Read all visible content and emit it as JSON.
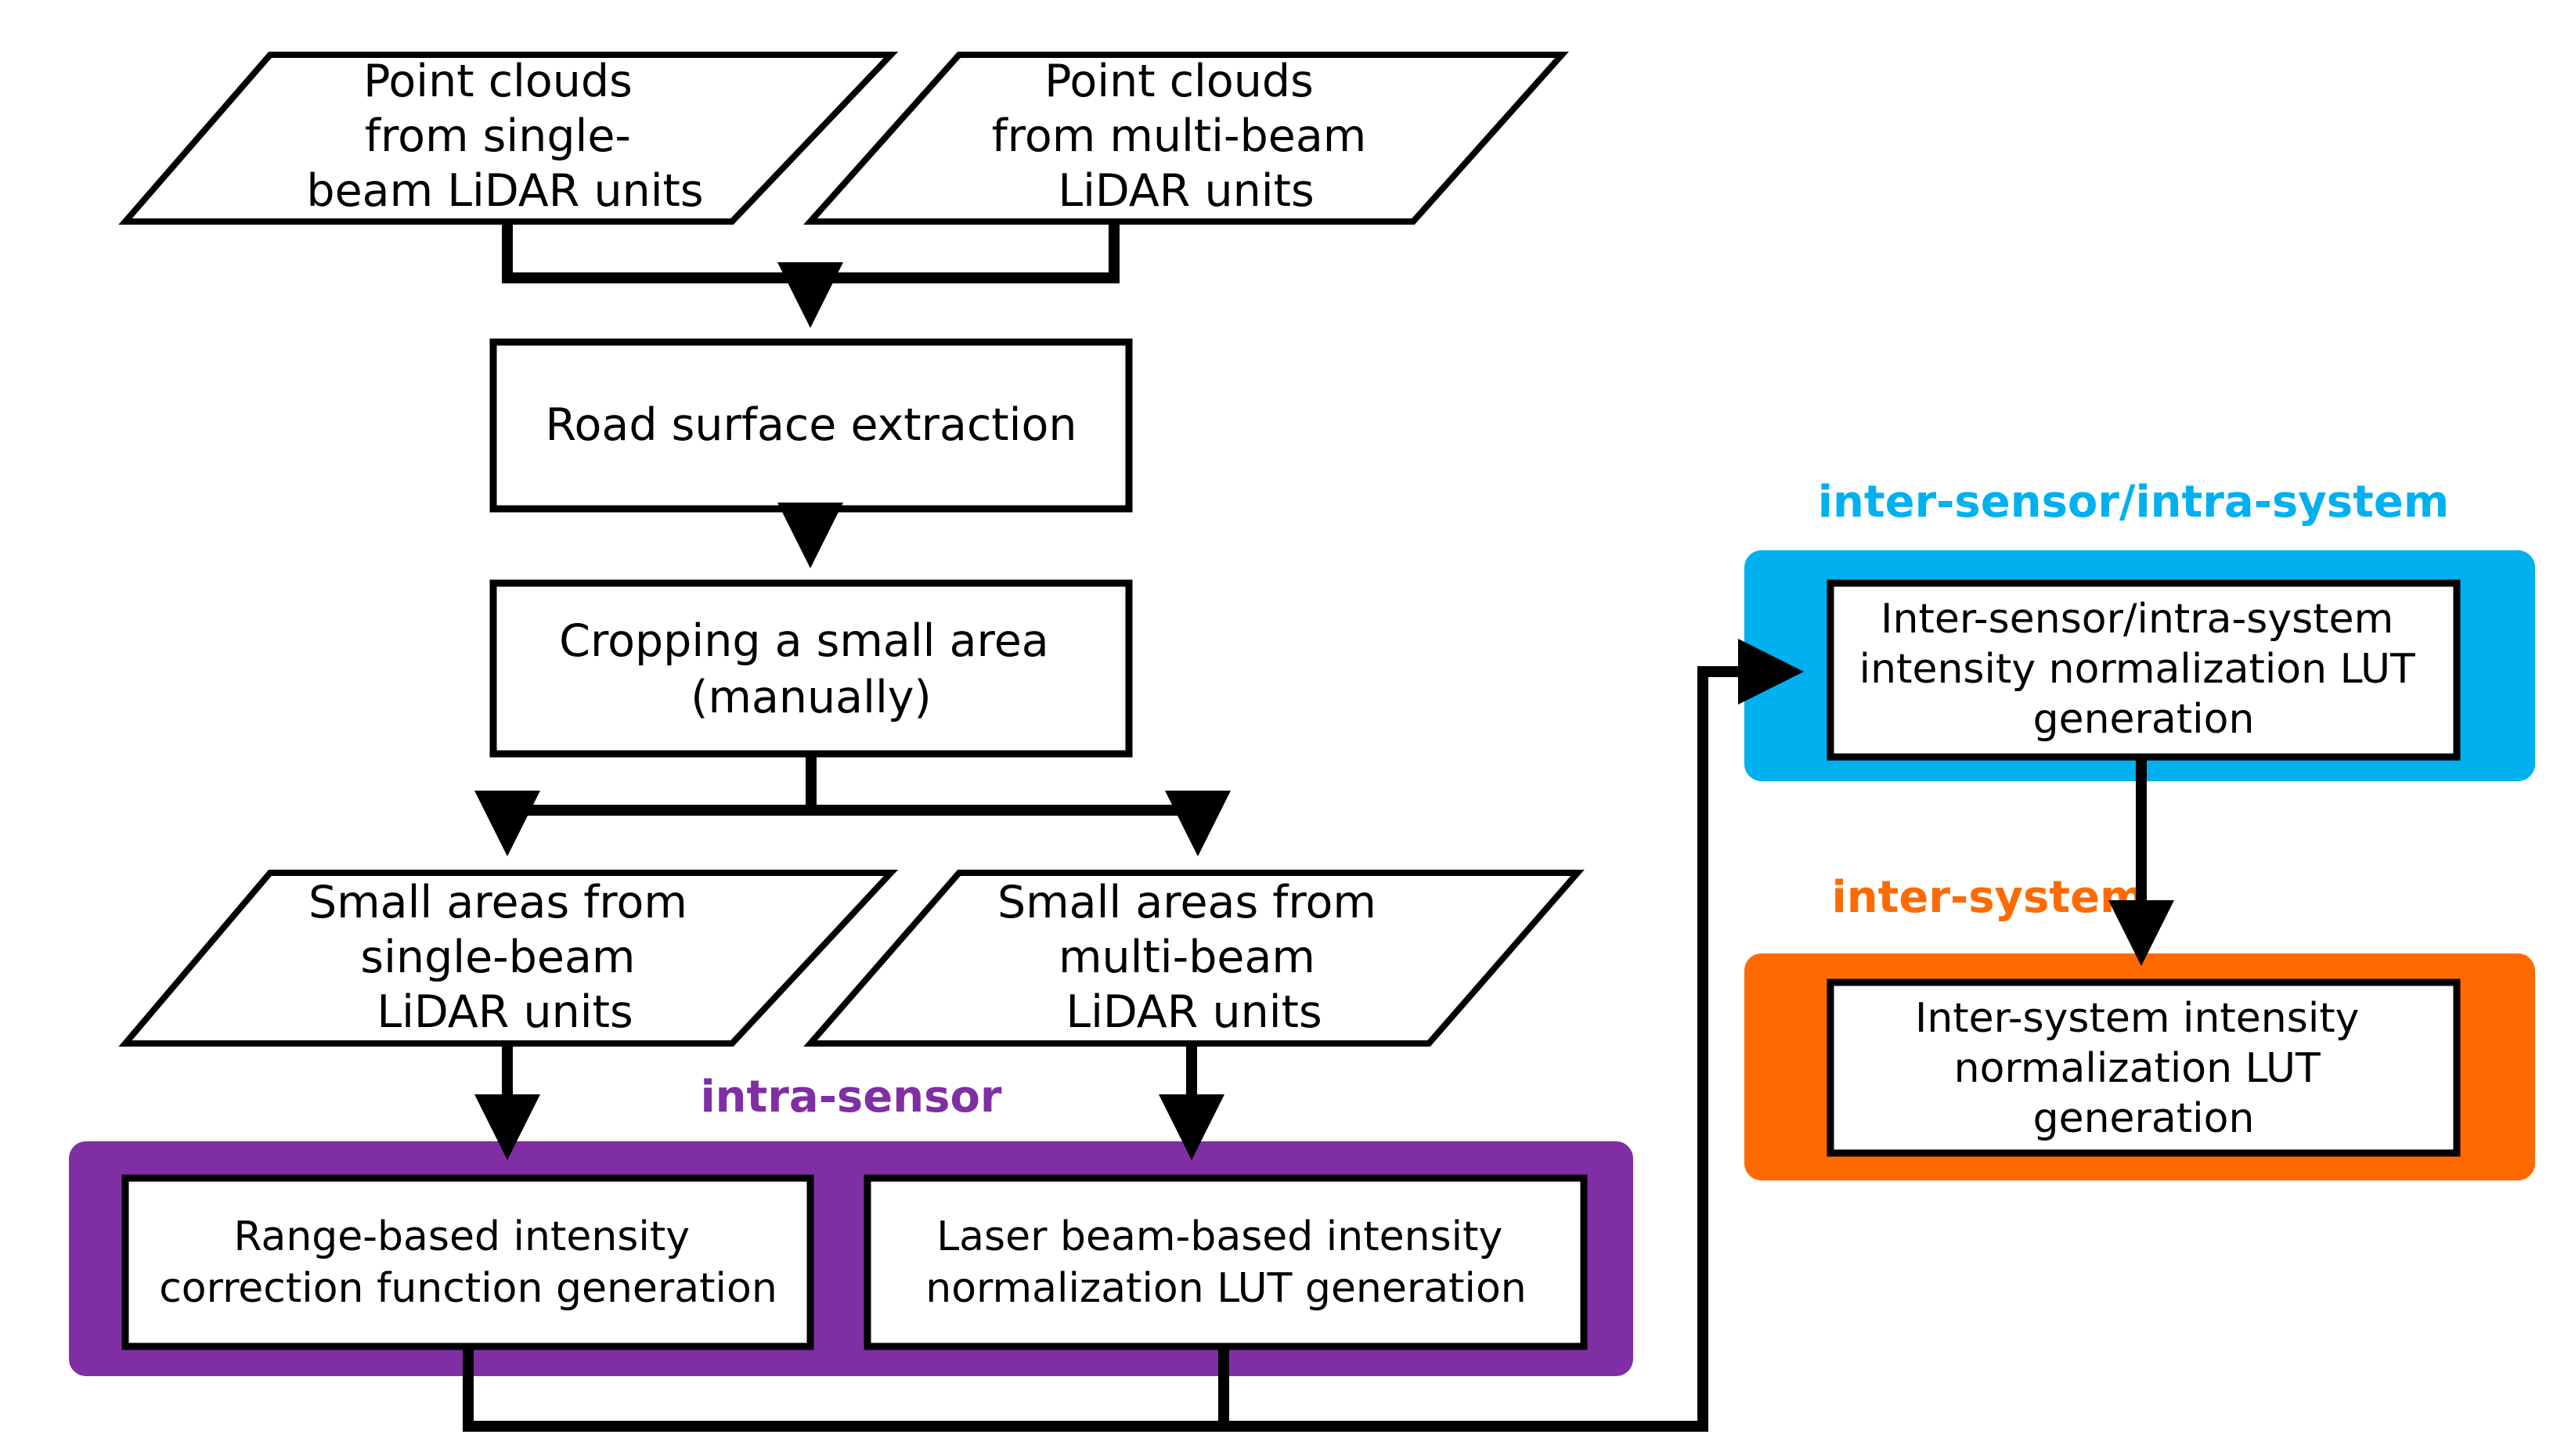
{
  "colors": {
    "intra_sensor": "#7f2fa3",
    "inter_sensor": "#00b0ef",
    "inter_system": "#ff6a00",
    "stroke": "#000000"
  },
  "inputs": {
    "single_beam": [
      "Point clouds",
      "from single-",
      "beam LiDAR units"
    ],
    "multi_beam": [
      "Point clouds",
      "from multi-beam",
      "LiDAR units"
    ]
  },
  "steps": {
    "road_surface": "Road surface extraction",
    "cropping": [
      "Cropping a small area",
      "(manually)"
    ]
  },
  "small_areas": {
    "single_beam": [
      "Small areas from",
      "single-beam",
      "LiDAR units"
    ],
    "multi_beam": [
      "Small areas from",
      "multi-beam",
      "LiDAR units"
    ]
  },
  "groups": {
    "intra_sensor": {
      "label": "intra-sensor",
      "range_box": [
        "Range-based intensity",
        "correction function generation"
      ],
      "laser_box": [
        "Laser beam-based intensity",
        "normalization LUT generation"
      ]
    },
    "inter_sensor": {
      "label": "inter-sensor/intra-system",
      "box": [
        "Inter-sensor/intra-system",
        "intensity normalization  LUT",
        "generation"
      ]
    },
    "inter_system": {
      "label": "inter-system",
      "box": [
        "Inter-system intensity",
        "normalization LUT",
        "generation"
      ]
    }
  }
}
